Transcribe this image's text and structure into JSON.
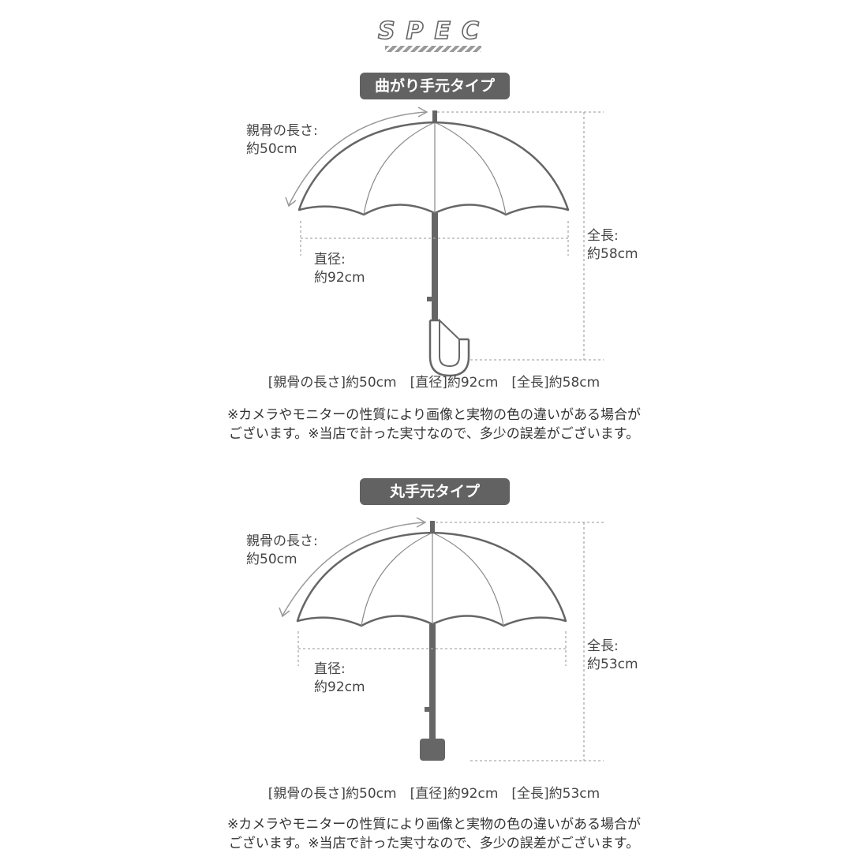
{
  "header": {
    "title": "SPEC"
  },
  "sections": [
    {
      "type_label": "曲がり手元タイプ",
      "rib_label": "親骨の長さ:\n約50cm",
      "diameter_label": "直径:\n約92cm",
      "length_label": "全長:\n約58cm",
      "summary": "[親骨の長さ]約50cm　[直径]約92cm　[全長]約58cm",
      "note_line1": "※カメラやモニターの性質により画像と実物の色の違いがある場合が",
      "note_line2": "ございます。※当店で計った実寸なので、多少の誤差がございます。",
      "handle": "hook"
    },
    {
      "type_label": "丸手元タイプ",
      "rib_label": "親骨の長さ:\n約50cm",
      "diameter_label": "直径:\n約92cm",
      "length_label": "全長:\n約53cm",
      "summary": "[親骨の長さ]約50cm　[直径]約92cm　[全長]約53cm",
      "note_line1": "※カメラやモニターの性質により画像と実物の色の違いがある場合が",
      "note_line2": "ございます。※当店で計った実寸なので、多少の誤差がございます。",
      "handle": "round"
    }
  ],
  "colors": {
    "stroke": "#666666",
    "pill": "#626262",
    "dim_line": "#aaaaaa"
  }
}
